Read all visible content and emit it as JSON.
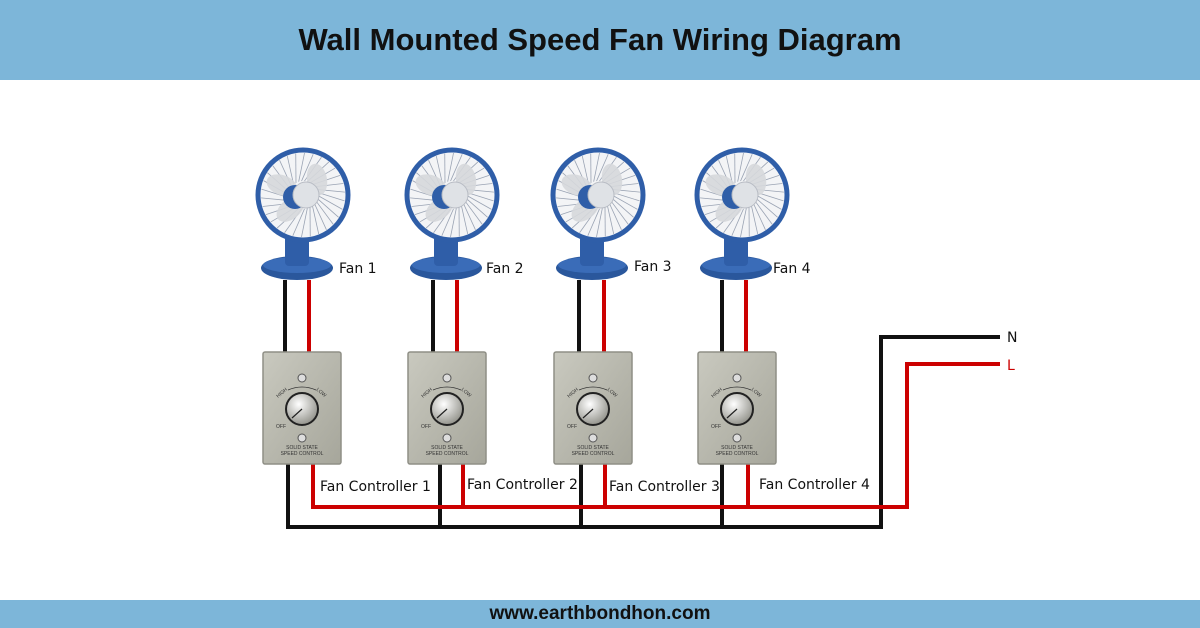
{
  "title": "Wall Mounted Speed Fan Wiring Diagram",
  "footer": "www.earthbondhon.com",
  "fans": [
    {
      "label": "Fan 1"
    },
    {
      "label": "Fan 2"
    },
    {
      "label": "Fan 3"
    },
    {
      "label": "Fan 4"
    }
  ],
  "controllers": [
    {
      "label": "Fan Controller 1"
    },
    {
      "label": "Fan Controller 2"
    },
    {
      "label": "Fan Controller 3"
    },
    {
      "label": "Fan Controller 4"
    }
  ],
  "controller_plate": {
    "high": "HIGH",
    "low": "LOW",
    "off": "OFF",
    "line1": "SOLID STATE",
    "line2": "SPEED CONTROL"
  },
  "terminals": {
    "neutral": "N",
    "live": "L"
  },
  "colors": {
    "neutral_wire": "#111111",
    "live_wire": "#cc0000",
    "fan_blue": "#2f5ea8",
    "plate": "#b9b9ae",
    "banner": "#7db6d9"
  }
}
